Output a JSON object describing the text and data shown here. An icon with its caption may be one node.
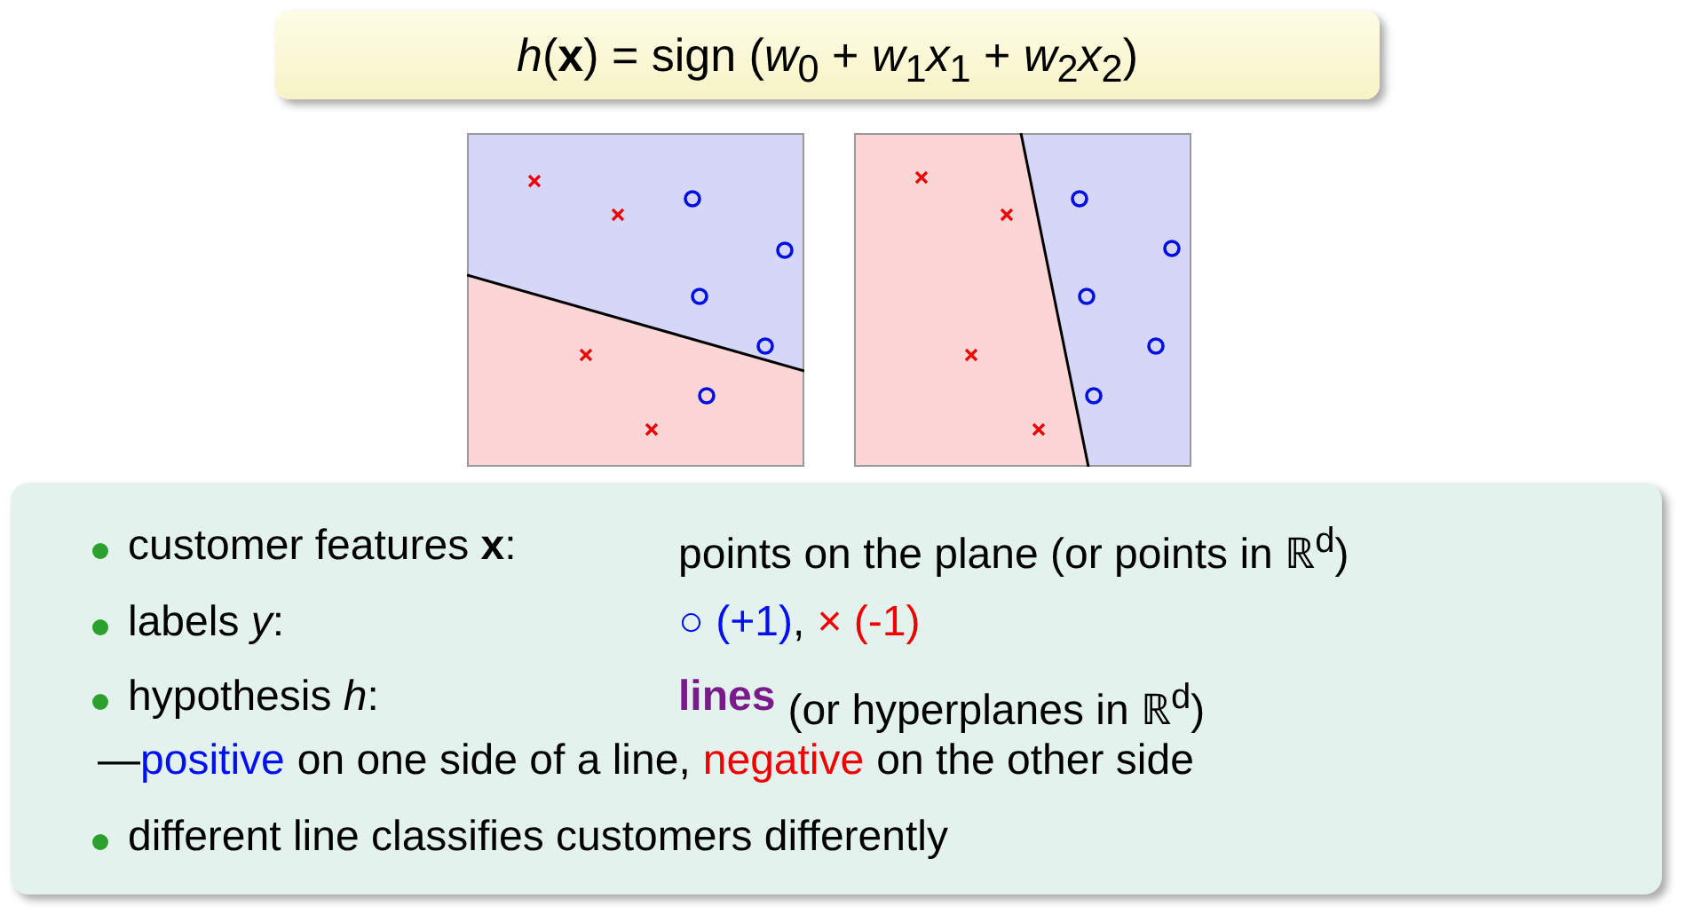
{
  "diagram": {
    "title": "*h*(**x**) = sign (*w*$_{0}$ + *w*$_{1}$*x*$_{1}$ + *w*$_{2}$*x*$_{2}$)",
    "labels": [
      "customer features **x**:",
      "points on the plane (or points in ℝ$^{d}$)",
      "labels *y*:",
      "○ (+1)",
      ",",
      "× (-1)",
      "hypothesis *h*:",
      "lines",
      "(or hyperplanes in ℝ$^{d}$)",
      "—",
      "positive",
      "on one side of a line,",
      "negative",
      "on the other side",
      "different line classifies customers differently"
    ]
  }
}
